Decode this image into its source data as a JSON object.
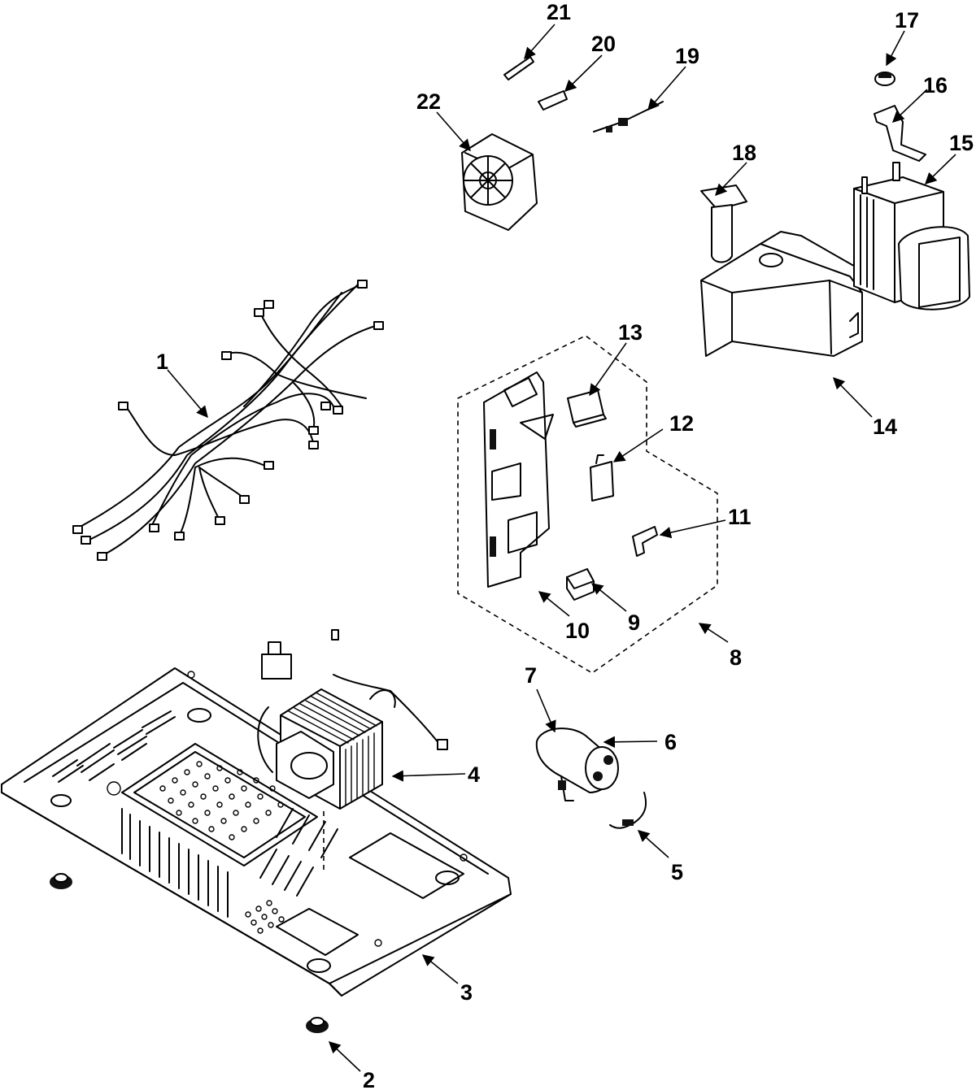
{
  "callouts": [
    {
      "num": "1"
    },
    {
      "num": "2"
    },
    {
      "num": "3"
    },
    {
      "num": "4"
    },
    {
      "num": "5"
    },
    {
      "num": "6"
    },
    {
      "num": "7"
    },
    {
      "num": "8"
    },
    {
      "num": "9"
    },
    {
      "num": "10"
    },
    {
      "num": "11"
    },
    {
      "num": "12"
    },
    {
      "num": "13"
    },
    {
      "num": "14"
    },
    {
      "num": "15"
    },
    {
      "num": "16"
    },
    {
      "num": "17"
    },
    {
      "num": "18"
    },
    {
      "num": "19"
    },
    {
      "num": "20"
    },
    {
      "num": "21"
    },
    {
      "num": "22"
    }
  ]
}
